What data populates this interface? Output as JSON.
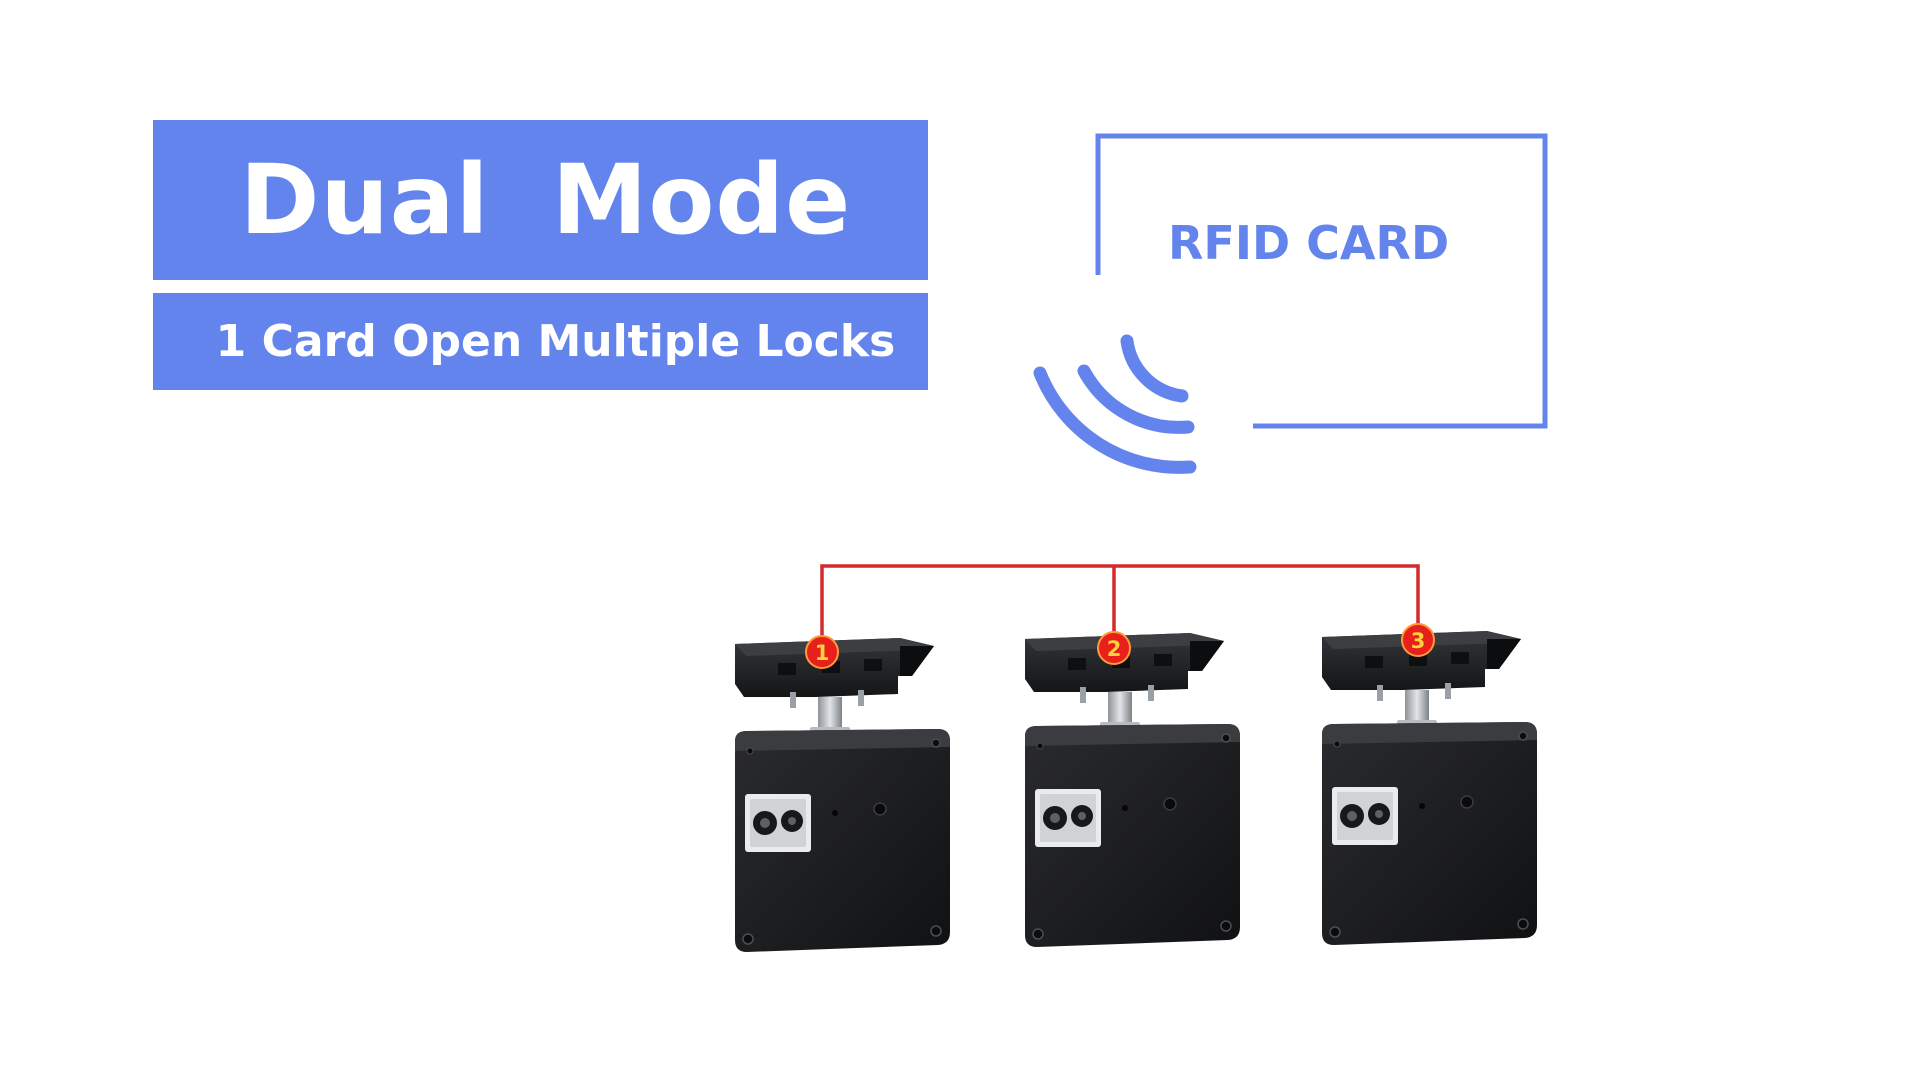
{
  "header": {
    "title": "Dual  Mode",
    "subtitle": "1 Card Open Multiple Locks"
  },
  "card": {
    "label": "RFID CARD",
    "icon": "rfid-wave-icon"
  },
  "locks": [
    {
      "number": "1",
      "icon": "cabinet-lock-icon"
    },
    {
      "number": "2",
      "icon": "cabinet-lock-icon"
    },
    {
      "number": "3",
      "icon": "cabinet-lock-icon"
    }
  ],
  "colors": {
    "accent": "#6384ec",
    "wire": "#d42a2a",
    "badge": "#e8201c",
    "badge_text": "#ffd43b",
    "lock_body": "#1c1d1f"
  }
}
